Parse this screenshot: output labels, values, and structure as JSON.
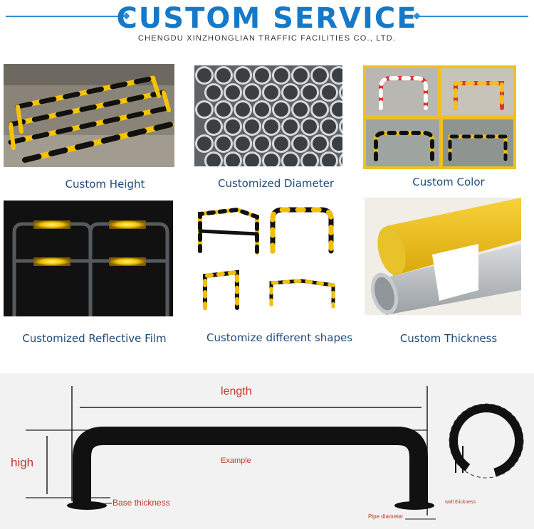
{
  "header": {
    "title": "CUSTOM SERVICE",
    "subtitle": "CHENGDU XINZHONGLIAN TRAFFIC FACILITIES CO., LTD."
  },
  "captions": {
    "custom_height": "Custom Height",
    "customized_diameter": "Customized Diameter",
    "custom_color": "Custom Color",
    "customized_reflective_film": "Customized Reflective Film",
    "customize_shapes": "Customize different shapes",
    "custom_thickness": "Custom Thickness"
  },
  "diagram": {
    "length": "length",
    "high": "high",
    "example": "Example",
    "base_thickness": "Base thickness",
    "pipe_diameter": "Pipe diameter",
    "wall_thickness": "wall thickness"
  },
  "colors": {
    "title_blue": "#1579c8",
    "caption_navy": "#1f4a7a",
    "label_red": "#c0392b",
    "safety_yellow": "#f5c400"
  }
}
